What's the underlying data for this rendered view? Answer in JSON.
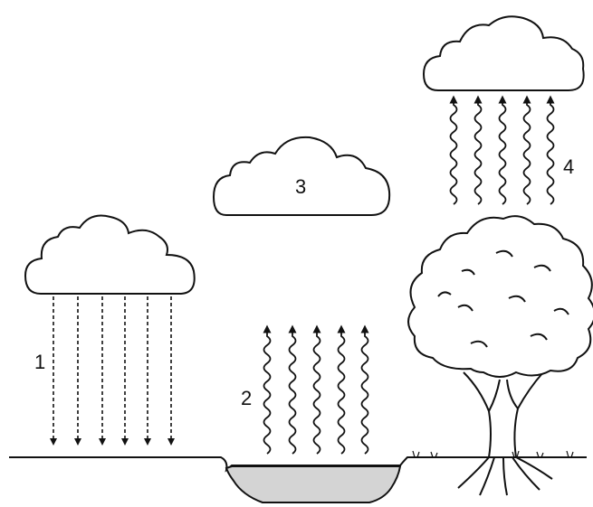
{
  "labels": {
    "precipitation": "1",
    "evaporation": "2",
    "condensation": "3",
    "transpiration": "4"
  },
  "colors": {
    "stroke": "#111111",
    "water": "#d4d4d4",
    "background": "#ffffff"
  },
  "icons": [
    "cloud-icon",
    "tree-icon",
    "pond-icon",
    "ground-line",
    "grass-tufts"
  ]
}
